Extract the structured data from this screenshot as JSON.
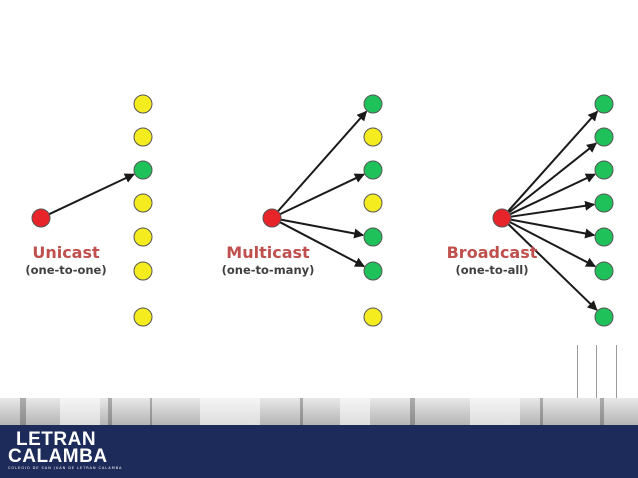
{
  "diagrams": [
    {
      "title": "Unicast",
      "subtitle": "(one-to-one)",
      "receivers": [
        "yellow",
        "yellow",
        "green",
        "yellow",
        "yellow",
        "yellow",
        "yellow"
      ]
    },
    {
      "title": "Multicast",
      "subtitle": "(one-to-many)",
      "receivers": [
        "green",
        "yellow",
        "green",
        "yellow",
        "green",
        "green",
        "yellow"
      ]
    },
    {
      "title": "Broadcast",
      "subtitle": "(one-to-all)",
      "receivers": [
        "green",
        "green",
        "green",
        "green",
        "green",
        "green",
        "green"
      ]
    }
  ],
  "colors": {
    "sender": "#e8242b",
    "green": "#1fc15a",
    "yellow": "#f4ec1e",
    "arrow": "#1a1a1a",
    "title": "#c0504d",
    "footer": "#1d2b5a"
  },
  "footer": {
    "logo_line1": "LETRAN",
    "logo_line2": "CALAMBA",
    "logo_tagline": "COLEGIO DE SAN JUAN DE LETRAN CALAMBA"
  }
}
